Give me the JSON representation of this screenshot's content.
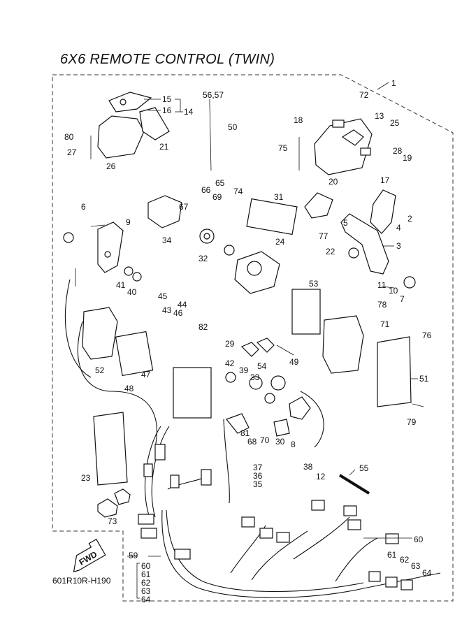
{
  "title": "6X6 REMOTE CONTROL (TWIN)",
  "drawing_code": "601R10R-H190",
  "fwd_label": "FWD",
  "callouts": [
    "1",
    "2",
    "3",
    "4",
    "5",
    "6",
    "7",
    "8",
    "9",
    "10",
    "11",
    "12",
    "13",
    "14",
    "15",
    "16",
    "17",
    "18",
    "19",
    "20",
    "21",
    "22",
    "23",
    "24",
    "25",
    "26",
    "27",
    "28",
    "29",
    "30",
    "31",
    "32",
    "33",
    "34",
    "35",
    "36",
    "37",
    "38",
    "39",
    "40",
    "41",
    "42",
    "43",
    "44",
    "45",
    "46",
    "47",
    "48",
    "49",
    "50",
    "51",
    "52",
    "53",
    "54",
    "55",
    "56,57",
    "59",
    "60",
    "61",
    "62",
    "63",
    "64",
    "65",
    "66",
    "67",
    "68",
    "69",
    "70",
    "71",
    "72",
    "73",
    "74",
    "75",
    "76",
    "77",
    "78",
    "79",
    "80",
    "81",
    "82"
  ],
  "group_59": [
    "60",
    "61",
    "62",
    "63",
    "64"
  ],
  "group_14": [
    "15",
    "16"
  ]
}
